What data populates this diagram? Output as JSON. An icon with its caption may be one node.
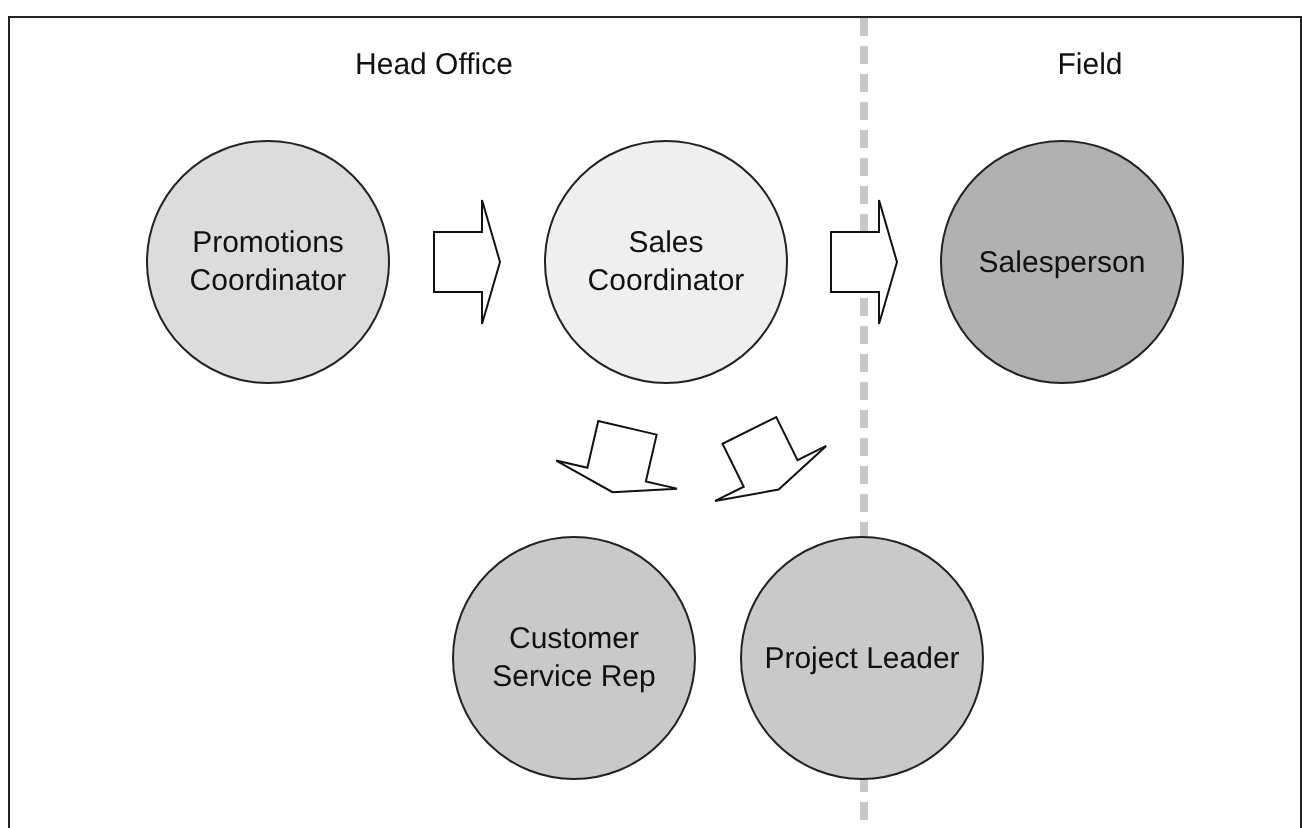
{
  "diagram": {
    "nodes": [
      {
        "text": [
          "Promotions Coordinator"
        ]
      },
      {
        "text": [
          "Sales Coordinator"
        ]
      },
      {
        "text": [
          "Salesperson"
        ]
      },
      {
        "text": [
          "Customer Service Rep"
        ]
      },
      {
        "text": [
          "Project Leader"
        ]
      }
    ],
    "edges": [
      {
        "from": 0,
        "to": 1,
        "arrow": "to"
      },
      {
        "from": 1,
        "to": 2,
        "arrow": "to"
      },
      {
        "from": 1,
        "to": 3,
        "arrow": "to"
      },
      {
        "from": 1,
        "to": 4,
        "arrow": "to"
      }
    ],
    "labels": [
      "Head Office",
      "Field"
    ]
  }
}
